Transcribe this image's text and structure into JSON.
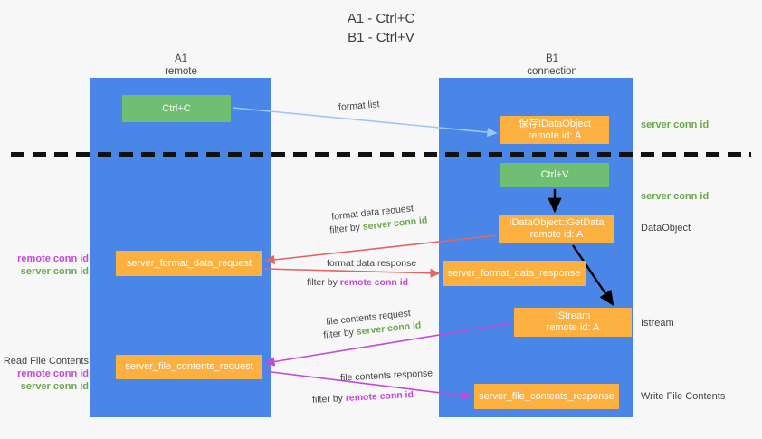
{
  "title": "A1 - Ctrl+C\nB1 - Ctrl+V",
  "columns": {
    "a1": {
      "name": "A1",
      "sub": "remote",
      "header": "A1\nremote"
    },
    "b1": {
      "name": "B1",
      "sub": "connection",
      "header": "B1\nconnection"
    }
  },
  "boxes": {
    "ctrl_c": "Ctrl+C",
    "save_dataobject": "保存IDataObject\nremote id: A",
    "ctrl_v": "Ctrl+V",
    "getdata": "IDataObject::GetData\nremote id: A",
    "server_format_data_request": "server_format_data_request",
    "server_format_data_response": "server_format_data_response",
    "istream": "IStream\nremote id: A",
    "server_file_contents_request": "server_file_contents_request",
    "server_file_contents_response": "server_file_contents_response"
  },
  "edge_labels": {
    "format_list": "format list",
    "format_data_request": "format data request",
    "format_data_request_filter_prefix": "filter by ",
    "format_data_request_filter_value": "server conn id",
    "format_data_response": "format data response",
    "format_data_response_filter_prefix": "filter by ",
    "format_data_response_filter_value": "remote conn id",
    "file_contents_request": "file contents request",
    "file_contents_request_filter_prefix": "filter by ",
    "file_contents_request_filter_value": "server conn id",
    "file_contents_response": "file contents response",
    "file_contents_response_filter_prefix": "filter by ",
    "file_contents_response_filter_value": "remote conn id"
  },
  "right_labels": {
    "server_conn_id_top": "server conn id",
    "server_conn_id_mid": "server conn id",
    "dataobject": "DataObject",
    "istream": "Istream",
    "write_file_contents": "Write File Contents"
  },
  "left_labels": {
    "remote_conn_id_1": "remote conn id",
    "server_conn_id_1": "server conn id",
    "read_file_contents": "Read File Contents",
    "remote_conn_id_2": "remote conn id",
    "server_conn_id_2": "server conn id"
  },
  "colors": {
    "lane": "#4a86e8",
    "green_box": "#6fbf73",
    "orange_box": "#fbb040",
    "server_conn_id": "#6aa84f",
    "remote_conn_id": "#c24ad6",
    "arrow_blue": "#9fc5f8",
    "arrow_red": "#e06666",
    "arrow_magenta": "#c24ad6",
    "arrow_black": "#000000",
    "background": "#f7f7f7",
    "divider": "#111111"
  }
}
